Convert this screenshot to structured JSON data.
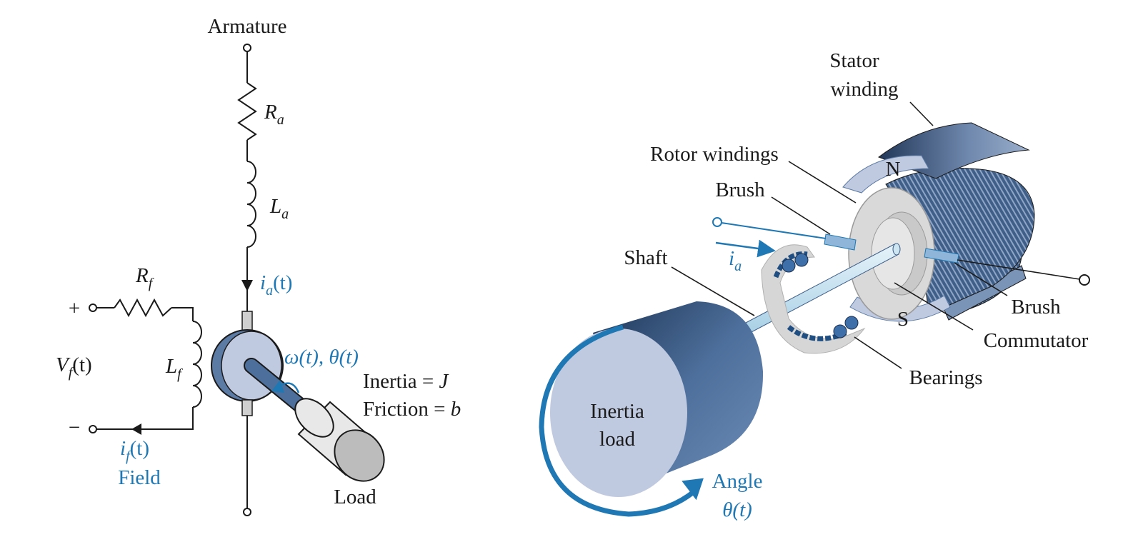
{
  "circuit": {
    "armature_label": "Armature",
    "Ra_main": "R",
    "Ra_sub": "a",
    "La_main": "L",
    "La_sub": "a",
    "ia_main": "i",
    "ia_sub": "a",
    "ia_tail": "(t)",
    "Rf_main": "R",
    "Rf_sub": "f",
    "Lf_main": "L",
    "Lf_sub": "f",
    "plus": "+",
    "minus": "−",
    "Vf_main": "V",
    "Vf_sub": "f",
    "Vf_tail": "(t)",
    "if_main": "i",
    "if_sub": "f",
    "if_tail": "(t)",
    "field_label": "Field",
    "omega_theta": "ω(t), θ(t)",
    "inertia_text": "Inertia = ",
    "inertia_sym": "J",
    "friction_text": "Friction = ",
    "friction_sym": "b",
    "load_label": "Load"
  },
  "motor": {
    "stator_line1": "Stator",
    "stator_line2": "winding",
    "rotor_windings": "Rotor windings",
    "brush_top": "Brush",
    "shaft": "Shaft",
    "ia_main": "i",
    "ia_sub": "a",
    "N": "N",
    "S": "S",
    "brush_right": "Brush",
    "commutator": "Commutator",
    "bearings": "Bearings",
    "inertia_line1": "Inertia",
    "inertia_line2": "load",
    "angle_line1": "Angle",
    "angle_line2": "θ(t)"
  },
  "colors": {
    "accent_blue": "#1f78b4",
    "dark_blue": "#2c4a70",
    "light_blue": "#bfc9df",
    "shaft_light": "#cde6f2",
    "gray": "#d6d6d6"
  }
}
